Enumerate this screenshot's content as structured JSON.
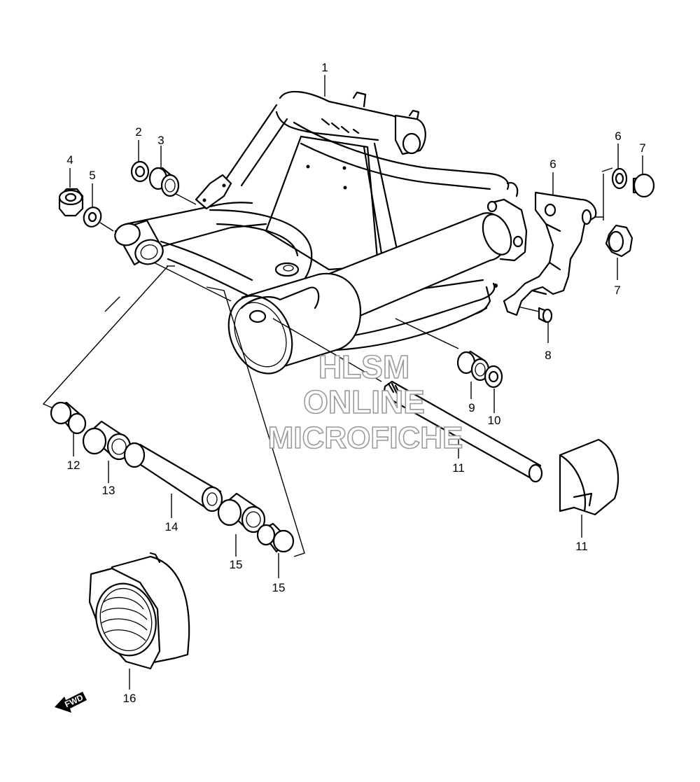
{
  "diagram": {
    "callouts": [
      "1",
      "2",
      "3",
      "4",
      "5",
      "6",
      "6",
      "7",
      "7",
      "8",
      "9",
      "10",
      "11",
      "11",
      "12",
      "13",
      "14",
      "15",
      "15",
      "16"
    ]
  },
  "watermark": {
    "line1": "HLSM",
    "line2": "ONLINE",
    "line3": "MICROFICHE"
  },
  "direction_badge": {
    "label": "FWD"
  }
}
